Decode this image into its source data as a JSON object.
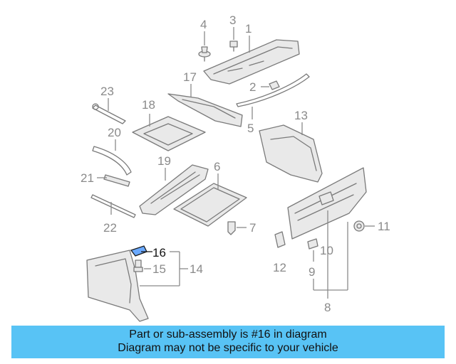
{
  "callouts": {
    "c1": "1",
    "c2": "2",
    "c3": "3",
    "c4": "4",
    "c5": "5",
    "c6": "6",
    "c7": "7",
    "c8": "8",
    "c9": "9",
    "c10": "10",
    "c11": "11",
    "c12": "12",
    "c13": "13",
    "c14": "14",
    "c15": "15",
    "c16": "16",
    "c17": "17",
    "c18": "18",
    "c19": "19",
    "c20": "20",
    "c21": "21",
    "c22": "22",
    "c23": "23"
  },
  "highlight": {
    "part": "16",
    "color": "#1a1a1a",
    "part_fill": "#6aa9ff"
  },
  "banner": {
    "line1": "Part or sub-assembly is #16 in diagram",
    "line2": "Diagram may not be specific to your vehicle",
    "background": "#58c3f5"
  }
}
